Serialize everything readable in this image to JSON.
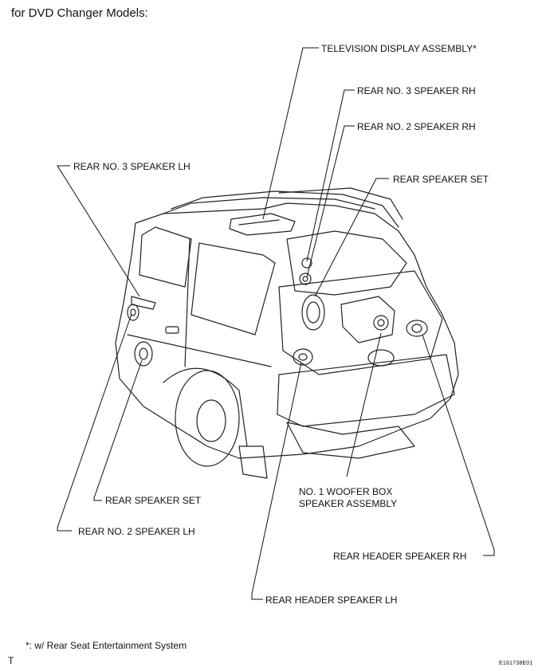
{
  "heading": "for DVD Changer Models:",
  "labels": {
    "tv_display": "TELEVISION DISPLAY ASSEMBLY*",
    "rear_no3_rh": "REAR NO. 3 SPEAKER RH",
    "rear_no2_rh": "REAR NO. 2 SPEAKER RH",
    "rear_no3_lh": "REAR NO. 3 SPEAKER LH",
    "rear_speaker_set_right": "REAR SPEAKER SET",
    "rear_speaker_set_left": "REAR SPEAKER SET",
    "woofer_line1": "NO. 1 WOOFER BOX",
    "woofer_line2": "SPEAKER ASSEMBLY",
    "rear_no2_lh": "REAR NO. 2 SPEAKER LH",
    "rear_header_rh": "REAR HEADER SPEAKER RH",
    "rear_header_lh": "REAR HEADER SPEAKER LH"
  },
  "footnote": "*: w/ Rear Seat Entertainment System",
  "corner_mark": "T",
  "figure_code": "E161738E01",
  "colors": {
    "ink": "#111111",
    "background": "#ffffff"
  }
}
